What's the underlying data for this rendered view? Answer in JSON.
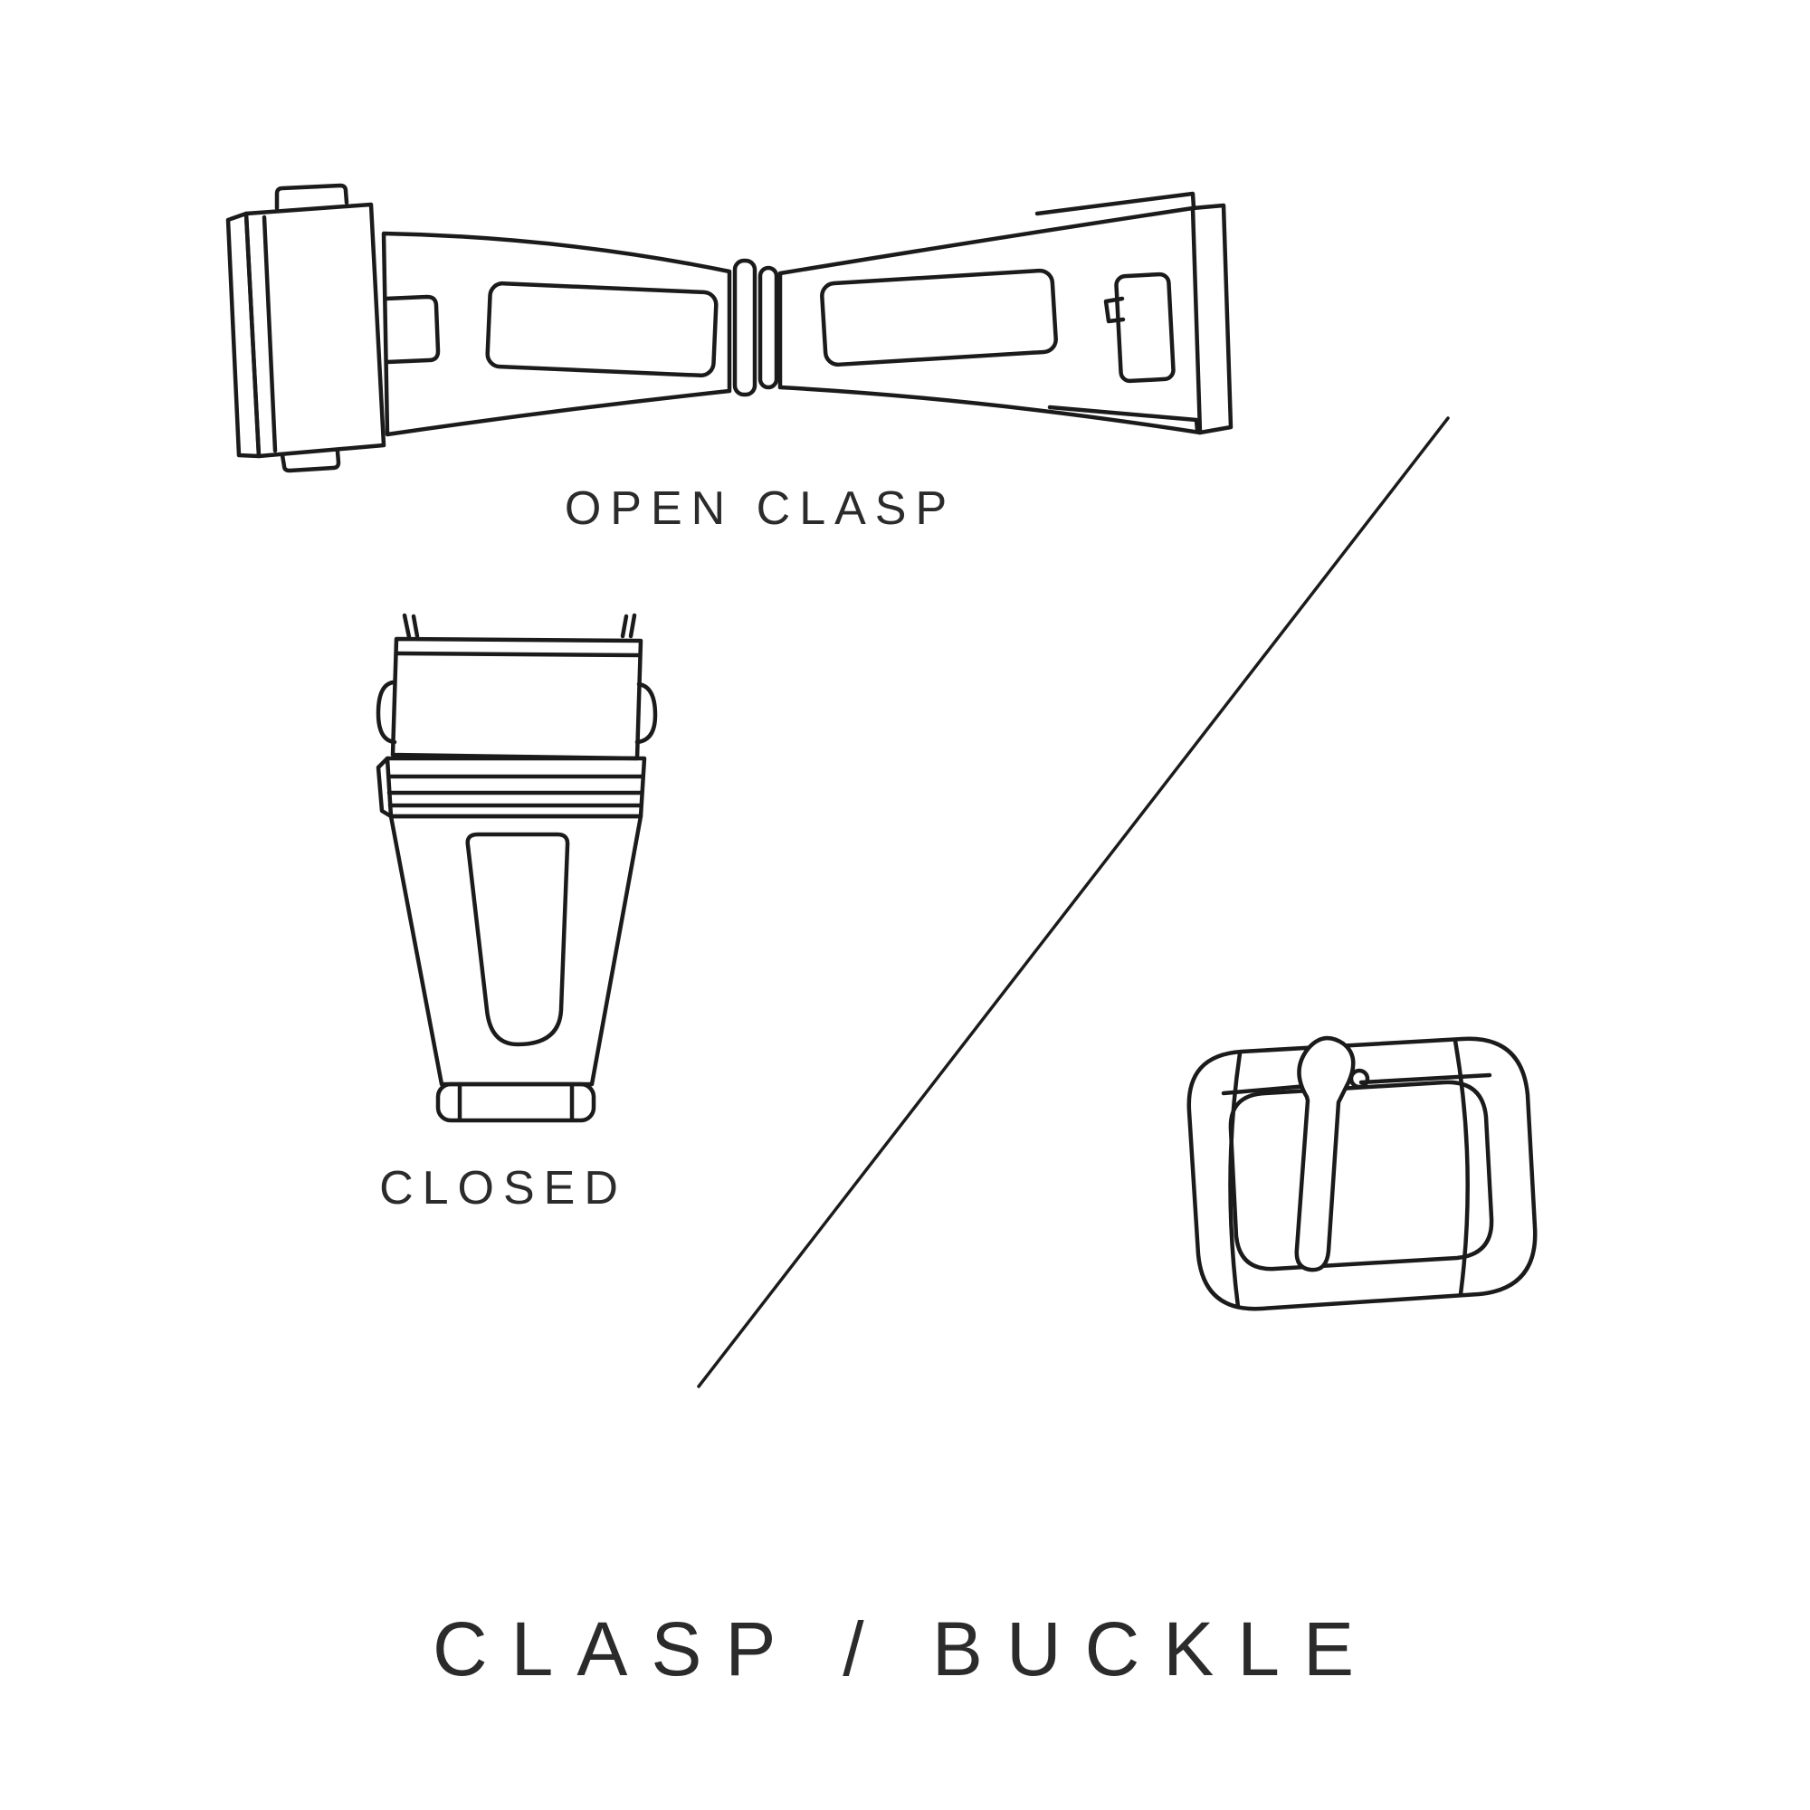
{
  "style": {
    "background_color": "#ffffff",
    "line_color": "#1b1b1b",
    "text_color": "#2b2b2b"
  },
  "labels": {
    "open_clasp": "OPEN CLASP",
    "closed": "CLOSED",
    "title": "CLASP / BUCKLE"
  },
  "illustrations": {
    "open_clasp": "open-clasp-line-drawing",
    "closed_clasp": "closed-clasp-line-drawing",
    "buckle": "tang-buckle-line-drawing",
    "divider": "diagonal-divider-line"
  }
}
